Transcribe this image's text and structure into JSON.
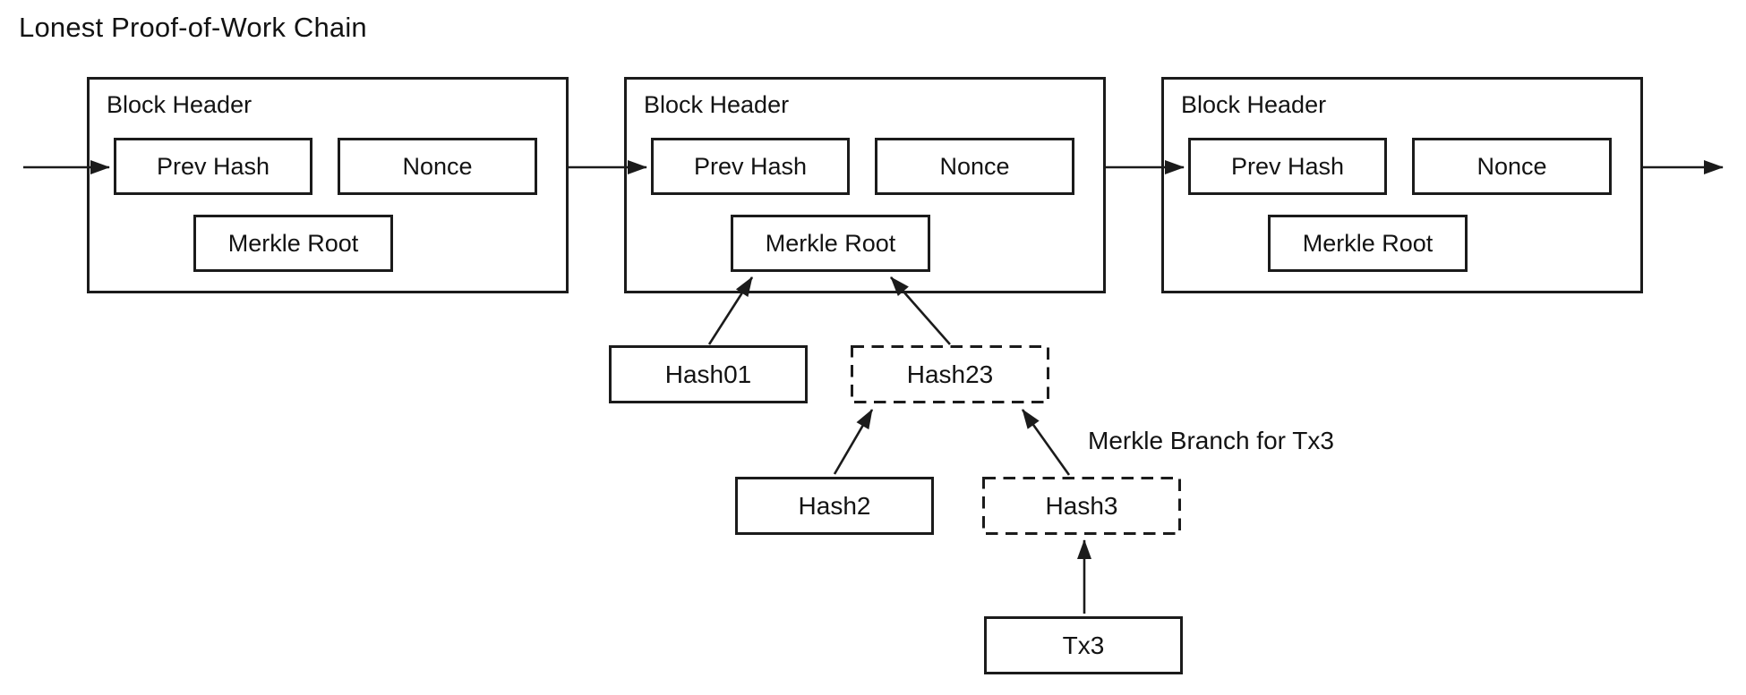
{
  "title": "Lonest Proof-of-Work Chain",
  "blocks": [
    {
      "header": "Block Header",
      "prev_hash": "Prev Hash",
      "nonce": "Nonce",
      "merkle_root": "Merkle Root"
    },
    {
      "header": "Block Header",
      "prev_hash": "Prev Hash",
      "nonce": "Nonce",
      "merkle_root": "Merkle Root"
    },
    {
      "header": "Block Header",
      "prev_hash": "Prev Hash",
      "nonce": "Nonce",
      "merkle_root": "Merkle Root"
    }
  ],
  "merkle_tree": {
    "hash01": "Hash01",
    "hash23": "Hash23",
    "hash2": "Hash2",
    "hash3": "Hash3",
    "tx3": "Tx3",
    "branch_label": "Merkle Branch for Tx3"
  },
  "colors": {
    "line": "#1b1b1b",
    "background": "#ffffff",
    "text": "#131313"
  }
}
